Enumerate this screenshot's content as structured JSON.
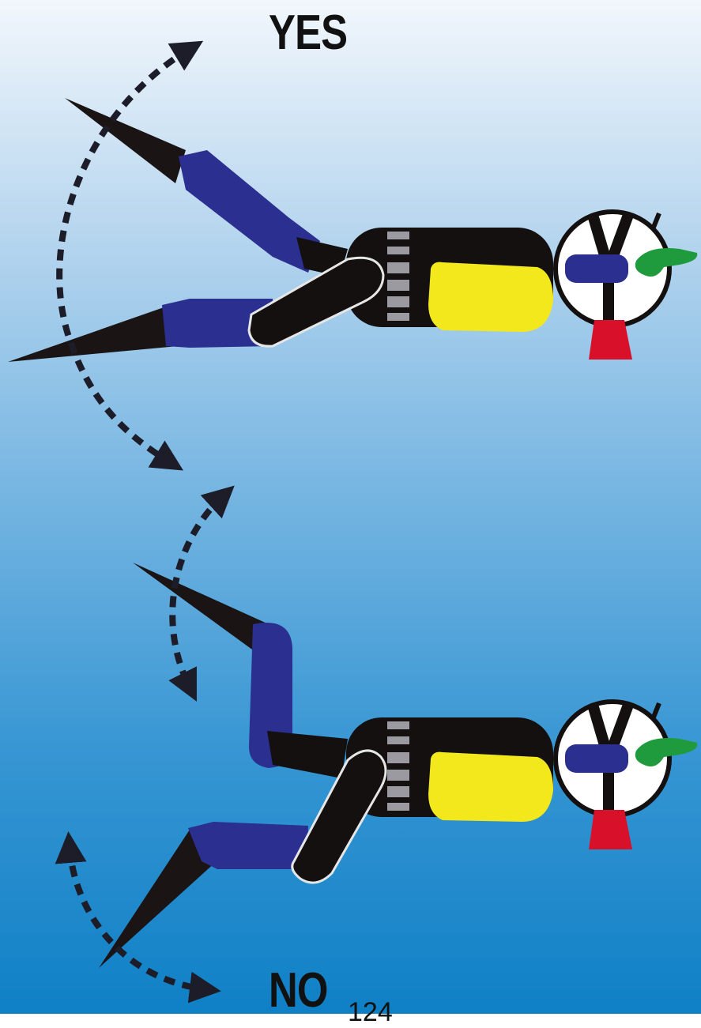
{
  "labels": {
    "yes": "YES",
    "no": "NO",
    "page_number": "124"
  },
  "colors": {
    "suit": "#2b2f8f",
    "fin": "#1a1414",
    "tank": "#141010",
    "tank_bands": "#9a9aa0",
    "bcd": "#f2e81c",
    "regulator": "#1f9a3c",
    "mask_strap": "#d8102a",
    "valve_ring": "#ffffff"
  },
  "icons": [
    "diver-yes-figure",
    "diver-no-figure",
    "yes-arrow-arc",
    "no-upper-arrow-arc",
    "no-lower-arrow-arc"
  ]
}
